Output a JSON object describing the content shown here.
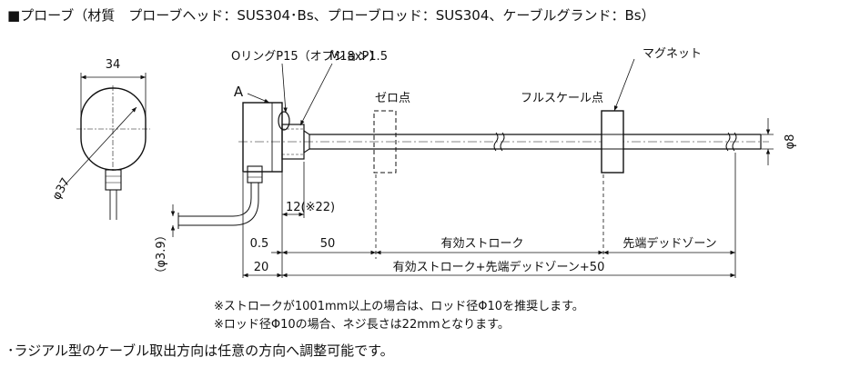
{
  "heading": "■プローブ（材質　プローブヘッド：SUS304･Bs、プローブロッド：SUS304、ケーブルグランド：Bs）",
  "labels": {
    "head_width": "34",
    "head_diameter": "φ37",
    "detail_marker": "A",
    "oring": "OリングP15（オプション）",
    "thread": "M18xP1.5",
    "zero_point": "ゼロ点",
    "full_scale_point": "フルスケール点",
    "magnet": "マグネット",
    "rod_diameter": "φ8",
    "cable_diameter": "（φ3.9）",
    "thread_length": "12(※22)",
    "dim_0_5": "0.5",
    "dim_50": "50",
    "effective_stroke": "有効ストローク",
    "dead_zone": "先端デッドゾーン",
    "dim_20": "20",
    "total_length": "有効ストローク+先端デッドゾーン+50"
  },
  "notes": [
    "※ストロークが1001mm以上の場合は、ロッド径Φ10を推奨します。",
    "※ロッド径Φ10の場合、ネジ長さは22mmとなります。"
  ],
  "bullet": "･ラジアル型のケーブル取出方向は任意の方向へ調整可能です。"
}
